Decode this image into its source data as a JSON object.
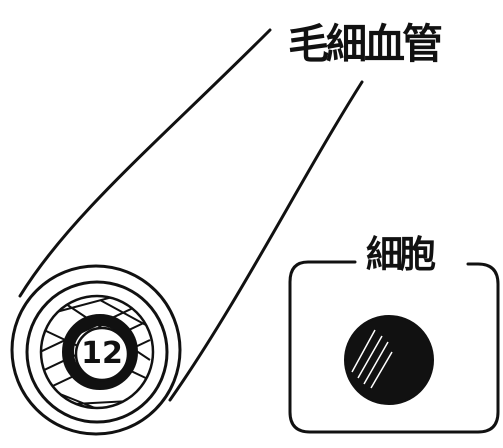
{
  "labels": {
    "capillary": "毛細血管",
    "cell": "細胞",
    "count_marker": "12"
  },
  "colors": {
    "ink": "#111111",
    "paper": "#ffffff"
  }
}
